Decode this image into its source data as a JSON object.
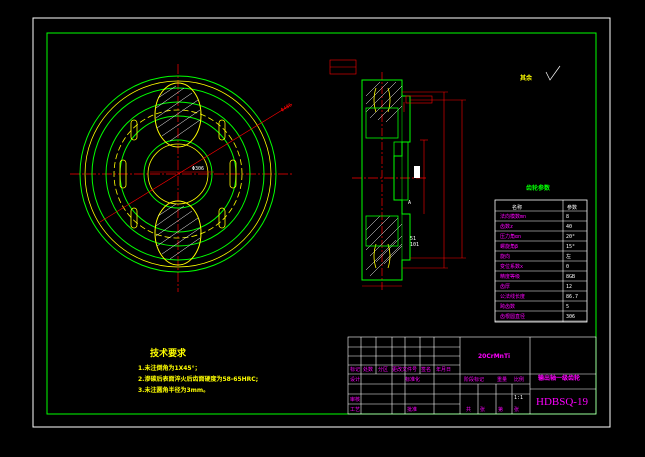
{
  "drawing": {
    "dim_diameter_main": "Φ486",
    "dim_pcd": "Φ306",
    "dims_side": [
      "101",
      "51"
    ],
    "callout_a": "A",
    "roughness_global": "其余"
  },
  "tech_requirements": {
    "title": "技术要求",
    "lines": [
      "1.未注倒角为1X45°；",
      "2.渗碳后表面淬火后齿面硬度为58-65HRC;",
      "3.未注圆角半径为3mm。"
    ]
  },
  "gear_params": {
    "title": "齿轮参数",
    "header": [
      "名称",
      "参数"
    ],
    "rows": [
      [
        "法向模数mn",
        "8"
      ],
      [
        "齿数z",
        "40"
      ],
      [
        "压力角αn",
        "20°"
      ],
      [
        "螺旋角β",
        "15°"
      ],
      [
        "旋向",
        "左"
      ],
      [
        "变位系数x",
        "0"
      ],
      [
        "精度等级",
        "8GB"
      ],
      [
        "齿厚",
        "12"
      ],
      [
        "公法线长度",
        "86.7"
      ],
      [
        "跨齿数",
        "5"
      ],
      [
        "齿根圆直径",
        "306"
      ]
    ]
  },
  "title_block": {
    "material": "20CrMnTi",
    "part_name": "输出轴一级齿轮",
    "drawing_no": "HDBSQ-19",
    "scale": "1:1",
    "row_labels": [
      "标记",
      "处数",
      "分区",
      "更改文件号",
      "签名",
      "年月日"
    ],
    "role_labels": [
      "设计",
      "审核",
      "工艺"
    ],
    "std_label": "标准化",
    "approve_label": "批准",
    "stage_label": "阶段标记",
    "weight_label": "重量",
    "scale_label": "比例",
    "sheet_labels": [
      "共",
      "张",
      "第",
      "张"
    ]
  },
  "colors": {
    "background": "#000000",
    "frame": "#ffffff",
    "green": "#00ff00",
    "red": "#ff0000",
    "yellow": "#ffff00",
    "magenta": "#ff00ff",
    "cyan": "#00ffff"
  }
}
